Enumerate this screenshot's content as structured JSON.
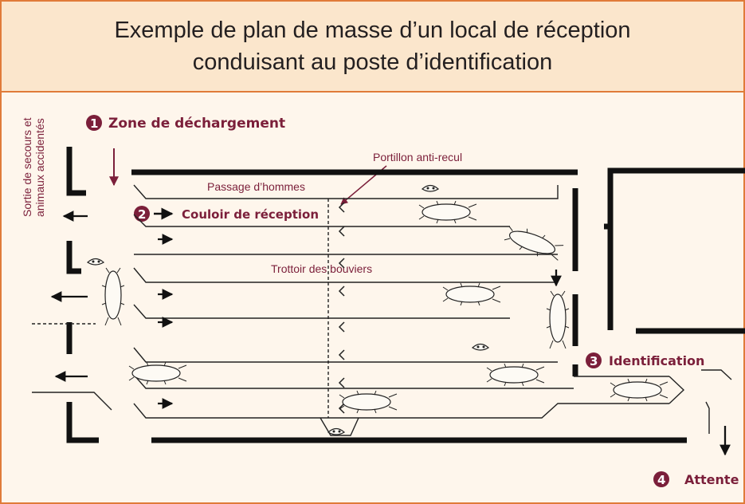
{
  "header": {
    "title_line1": "Exemple de plan de masse d’un local de réception",
    "title_line2": "conduisant au poste d’identification"
  },
  "labels": {
    "side_exit_line1": "Sortie de secours et",
    "side_exit_line2": "animaux accidentés",
    "zone_num": "1",
    "zone": "Zone de déchargement",
    "portillon": "Portillon anti-recul",
    "passage": "Passage d’hommes",
    "couloir_num": "2",
    "couloir": "Couloir de réception",
    "trottoir": "Trottoir des bouviers",
    "identification_num": "3",
    "identification": "Identification",
    "attente_num": "4",
    "attente": "Attente"
  },
  "colors": {
    "frame": "#e07b39",
    "header_bg": "#fbe6cc",
    "body_bg": "#fef6ec",
    "label": "#7b1f3a",
    "wall": "#111111"
  }
}
